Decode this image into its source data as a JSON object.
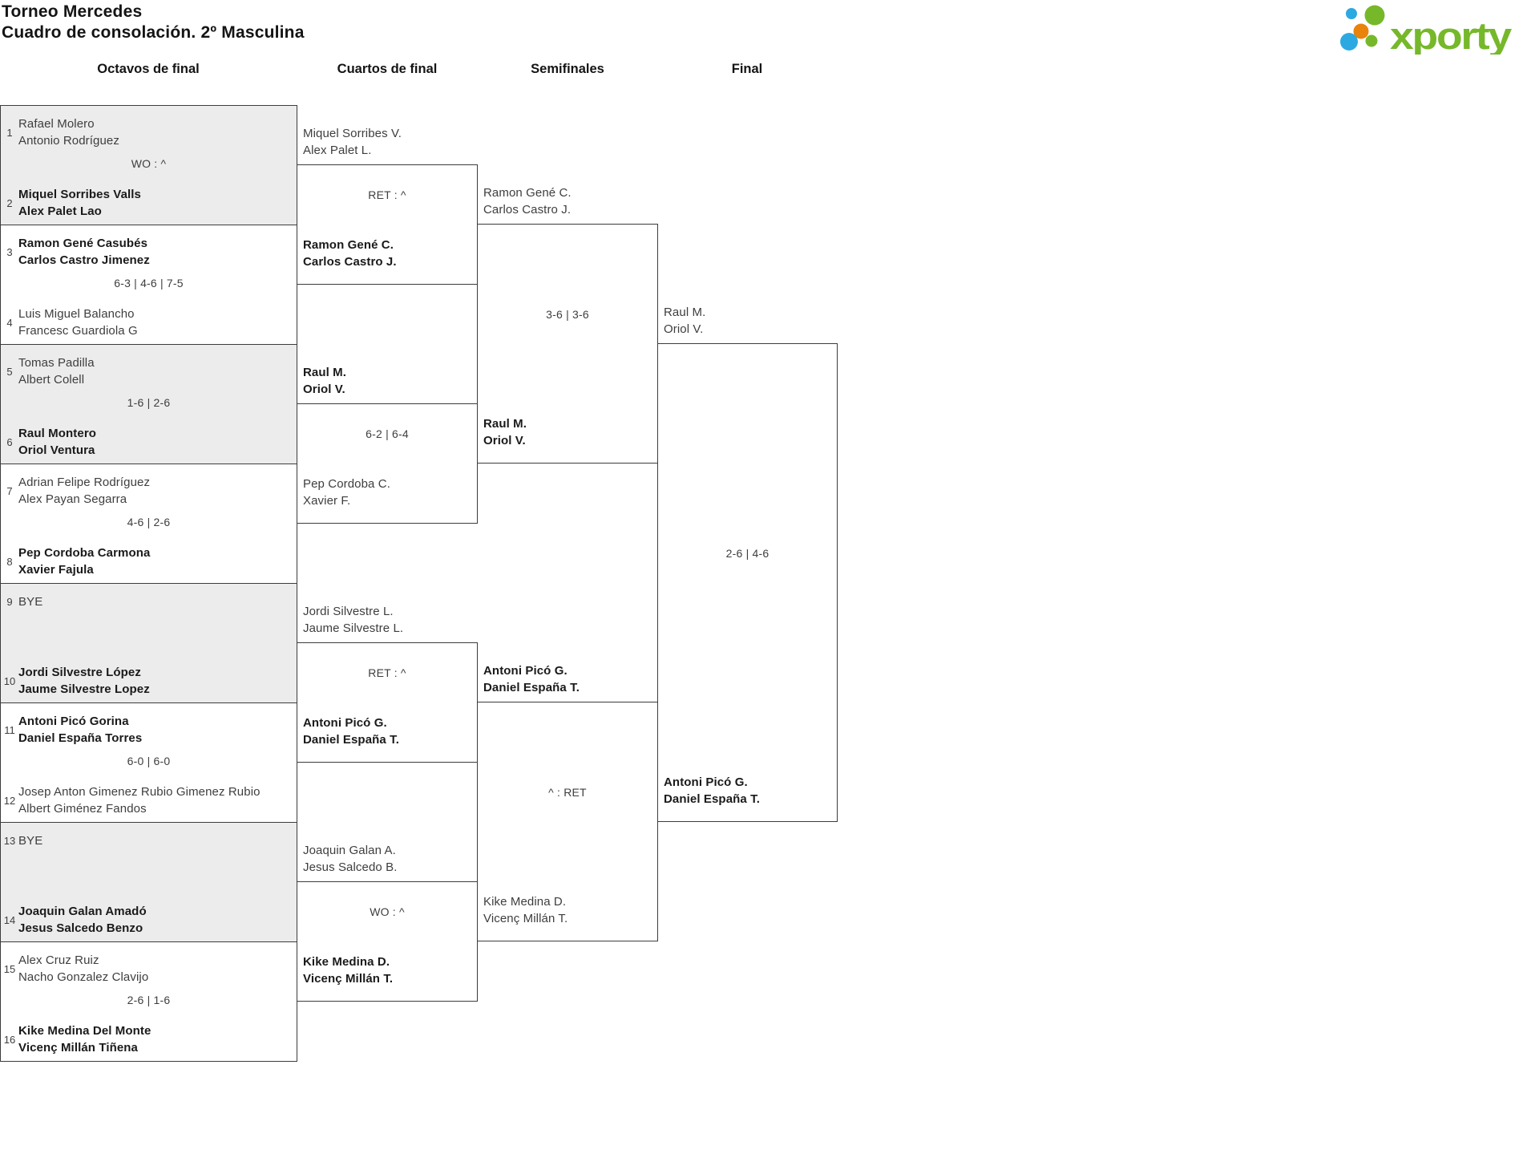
{
  "header": {
    "title_line1": "Torneo Mercedes",
    "title_line2": "Cuadro de consolación. 2º Masculina",
    "logo_text": "xporty"
  },
  "colors": {
    "logo_green": "#76b82a",
    "logo_blue": "#2da9e1",
    "logo_orange": "#e8830c",
    "box_gray": "#ececec",
    "border": "#3c3c3c"
  },
  "columns": [
    "Octavos de final",
    "Cuartos de final",
    "Semifinales",
    "Final"
  ],
  "rounds": {
    "r16": {
      "title": "Octavos de final",
      "matches": [
        {
          "seedA": "1",
          "teamA": [
            "Rafael Molero",
            "Antonio Rodríguez"
          ],
          "score": "WO : ^",
          "seedB": "2",
          "teamB": [
            "Miquel Sorribes Valls",
            "Alex Palet Lao"
          ],
          "winner": "B"
        },
        {
          "seedA": "3",
          "teamA": [
            "Ramon Gené Casubés",
            "Carlos Castro Jimenez"
          ],
          "score": "6-3 | 4-6 | 7-5",
          "seedB": "4",
          "teamB": [
            "Luis Miguel Balancho",
            "Francesc Guardiola G"
          ],
          "winner": "A"
        },
        {
          "seedA": "5",
          "teamA": [
            "Tomas Padilla",
            "Albert Colell"
          ],
          "score": "1-6 | 2-6",
          "seedB": "6",
          "teamB": [
            "Raul Montero",
            "Oriol Ventura"
          ],
          "winner": "B"
        },
        {
          "seedA": "7",
          "teamA": [
            "Adrian Felipe Rodríguez",
            "Alex Payan Segarra"
          ],
          "score": "4-6 | 2-6",
          "seedB": "8",
          "teamB": [
            "Pep Cordoba Carmona",
            "Xavier Fajula"
          ],
          "winner": "B"
        },
        {
          "seedA": "9",
          "teamA": [
            "BYE"
          ],
          "seedB": "10",
          "teamB": [
            "Jordi Silvestre López",
            "Jaume Silvestre Lopez"
          ],
          "winner": "B"
        },
        {
          "seedA": "11",
          "teamA": [
            "Antoni Picó Gorina",
            "Daniel España Torres"
          ],
          "score": "6-0 | 6-0",
          "seedB": "12",
          "teamB": [
            "Josep Anton Gimenez Rubio Gimenez Rubio",
            "Albert Giménez Fandos"
          ],
          "winner": "A"
        },
        {
          "seedA": "13",
          "teamA": [
            "BYE"
          ],
          "seedB": "14",
          "teamB": [
            "Joaquin Galan Amadó",
            "Jesus Salcedo Benzo"
          ],
          "winner": "B"
        },
        {
          "seedA": "15",
          "teamA": [
            "Alex Cruz Ruiz",
            "Nacho Gonzalez Clavijo"
          ],
          "score": "2-6 | 1-6",
          "seedB": "16",
          "teamB": [
            "Kike Medina Del Monte",
            "Vicenç Millán Tiñena"
          ],
          "winner": "B"
        }
      ]
    },
    "qf": {
      "title": "Cuartos de final",
      "matches": [
        {
          "teamA": [
            "Miquel Sorribes V.",
            "Alex Palet L."
          ],
          "score": "RET : ^",
          "teamB": [
            "Ramon Gené C.",
            "Carlos Castro J."
          ],
          "winner": "B"
        },
        {
          "teamA": [
            "Raul M.",
            "Oriol V."
          ],
          "score": "6-2 | 6-4",
          "teamB": [
            "Pep Cordoba C.",
            "Xavier F."
          ],
          "winner": "A"
        },
        {
          "teamA": [
            "Jordi Silvestre L.",
            "Jaume Silvestre L."
          ],
          "score": "RET : ^",
          "teamB": [
            "Antoni Picó G.",
            "Daniel España T."
          ],
          "winner": "B"
        },
        {
          "teamA": [
            "Joaquin Galan A.",
            "Jesus Salcedo B."
          ],
          "score": "WO : ^",
          "teamB": [
            "Kike Medina D.",
            "Vicenç Millán T."
          ],
          "winner": "B"
        }
      ]
    },
    "sf": {
      "title": "Semifinales",
      "matches": [
        {
          "teamA": [
            "Ramon Gené C.",
            "Carlos Castro J."
          ],
          "score": "3-6 | 3-6",
          "teamB": [
            "Raul M.",
            "Oriol V."
          ],
          "winner": "B"
        },
        {
          "teamA": [
            "Antoni Picó G.",
            "Daniel España T."
          ],
          "score": "^ : RET",
          "teamB": [
            "Kike Medina D.",
            "Vicenç Millán T."
          ],
          "winner": "A"
        }
      ]
    },
    "final": {
      "title": "Final",
      "matches": [
        {
          "teamA": [
            "Raul M.",
            "Oriol V."
          ],
          "score": "2-6 | 4-6",
          "teamB": [
            "Antoni Picó G.",
            "Daniel España T."
          ],
          "winner": "B"
        }
      ]
    }
  }
}
